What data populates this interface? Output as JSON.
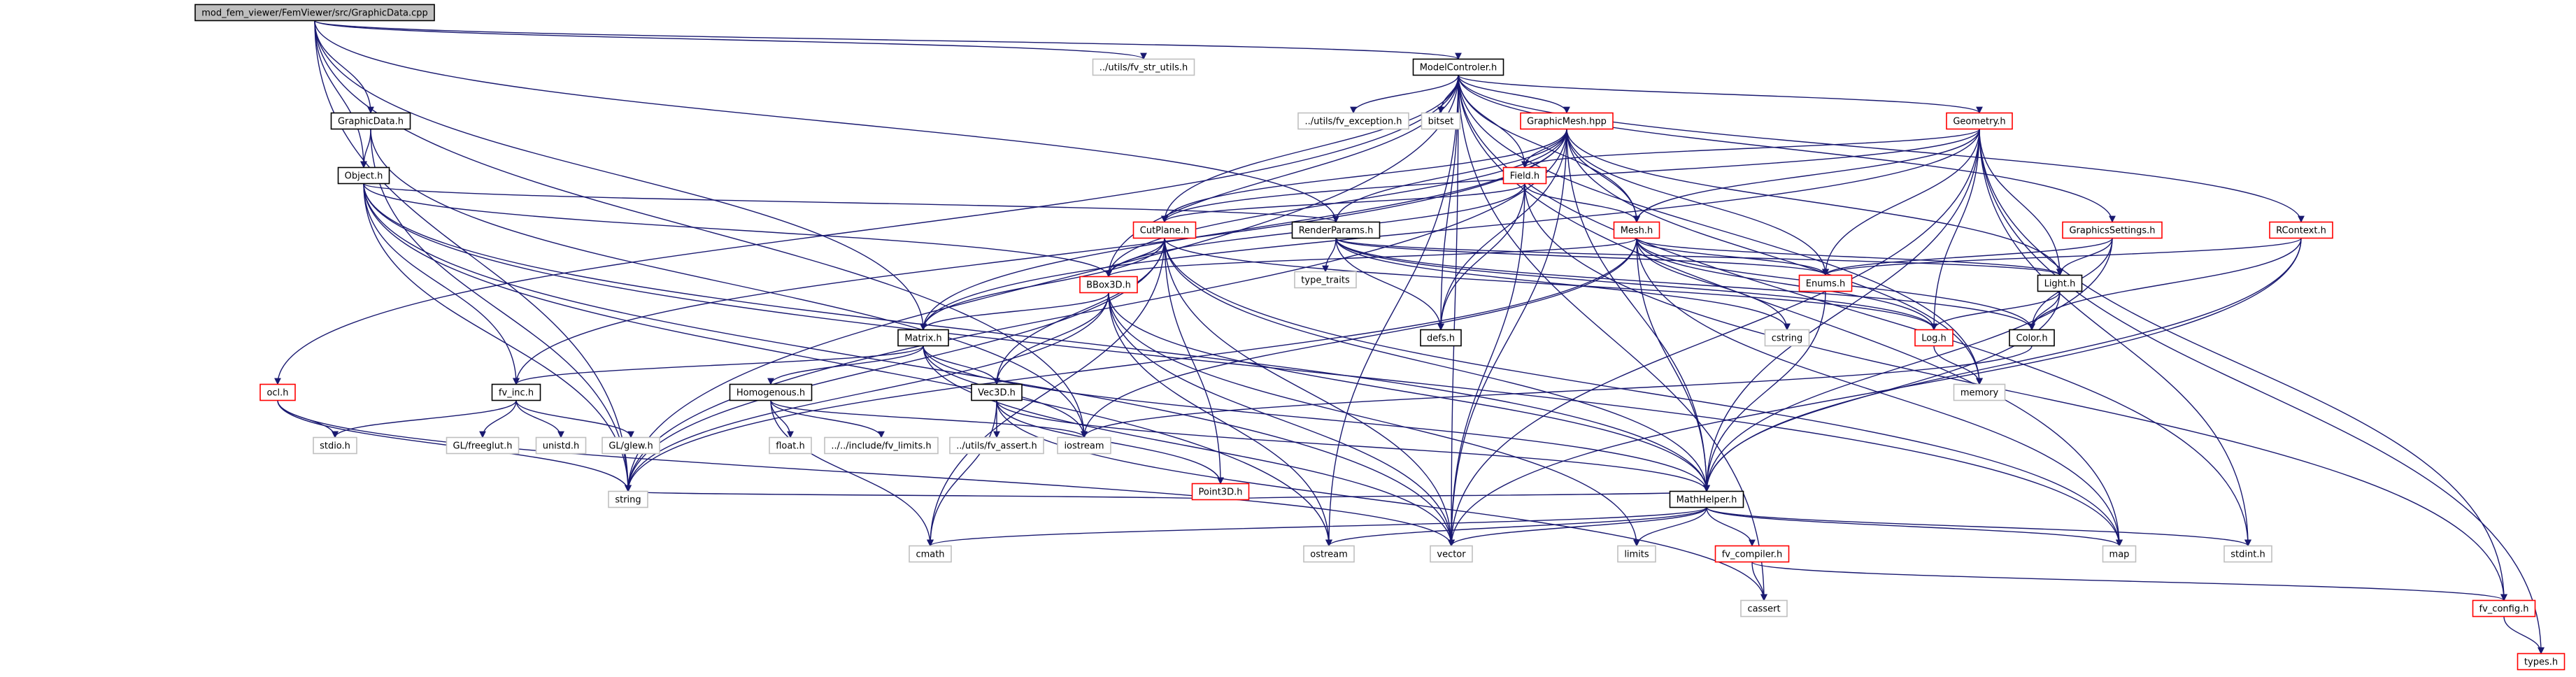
{
  "colors": {
    "edge": "#191970",
    "root_fill": "#bfbfbf",
    "box_border": "#000000",
    "red_border": "#ff0000",
    "gray_border": "#bfbfbf",
    "text": "#000000"
  },
  "nodes": [
    {
      "id": "root",
      "label": "mod_fem_viewer/FemViewer/src/GraphicData.cpp",
      "style": "root"
    },
    {
      "id": "fv_str_utils",
      "label": "../utils/fv_str_utils.h",
      "style": "gray"
    },
    {
      "id": "modelcontroler",
      "label": "ModelControler.h",
      "style": "black"
    },
    {
      "id": "graphicdata",
      "label": "GraphicData.h",
      "style": "black"
    },
    {
      "id": "fv_exception",
      "label": "../utils/fv_exception.h",
      "style": "gray"
    },
    {
      "id": "bitset",
      "label": "bitset",
      "style": "gray"
    },
    {
      "id": "graphicmesh",
      "label": "GraphicMesh.hpp",
      "style": "red"
    },
    {
      "id": "geometry",
      "label": "Geometry.h",
      "style": "red"
    },
    {
      "id": "object",
      "label": "Object.h",
      "style": "black"
    },
    {
      "id": "field",
      "label": "Field.h",
      "style": "red"
    },
    {
      "id": "cutplane",
      "label": "CutPlane.h",
      "style": "red"
    },
    {
      "id": "renderparams",
      "label": "RenderParams.h",
      "style": "black"
    },
    {
      "id": "mesh",
      "label": "Mesh.h",
      "style": "red"
    },
    {
      "id": "graphicssettings",
      "label": "GraphicsSettings.h",
      "style": "red"
    },
    {
      "id": "rcontext",
      "label": "RContext.h",
      "style": "red"
    },
    {
      "id": "type_traits",
      "label": "type_traits",
      "style": "gray"
    },
    {
      "id": "enums",
      "label": "Enums.h",
      "style": "red"
    },
    {
      "id": "light",
      "label": "Light.h",
      "style": "black"
    },
    {
      "id": "bbox3d",
      "label": "BBox3D.h",
      "style": "red"
    },
    {
      "id": "defs",
      "label": "defs.h",
      "style": "black"
    },
    {
      "id": "cstring",
      "label": "cstring",
      "style": "gray"
    },
    {
      "id": "log",
      "label": "Log.h",
      "style": "red"
    },
    {
      "id": "color",
      "label": "Color.h",
      "style": "black"
    },
    {
      "id": "matrix",
      "label": "Matrix.h",
      "style": "black"
    },
    {
      "id": "ocl",
      "label": "ocl.h",
      "style": "red"
    },
    {
      "id": "fv_inc",
      "label": "fv_inc.h",
      "style": "black"
    },
    {
      "id": "homogenous",
      "label": "Homogenous.h",
      "style": "black"
    },
    {
      "id": "vec3d",
      "label": "Vec3D.h",
      "style": "black"
    },
    {
      "id": "memory",
      "label": "memory",
      "style": "gray"
    },
    {
      "id": "stdio",
      "label": "stdio.h",
      "style": "gray"
    },
    {
      "id": "freeglut",
      "label": "GL/freeglut.h",
      "style": "gray"
    },
    {
      "id": "unistd",
      "label": "unistd.h",
      "style": "gray"
    },
    {
      "id": "glew",
      "label": "GL/glew.h",
      "style": "gray"
    },
    {
      "id": "float",
      "label": "float.h",
      "style": "gray"
    },
    {
      "id": "fv_limits",
      "label": "../../include/fv_limits.h",
      "style": "gray"
    },
    {
      "id": "fv_assert",
      "label": "../utils/fv_assert.h",
      "style": "gray"
    },
    {
      "id": "iostream",
      "label": "iostream",
      "style": "gray"
    },
    {
      "id": "point3d",
      "label": "Point3D.h",
      "style": "red"
    },
    {
      "id": "string",
      "label": "string",
      "style": "gray"
    },
    {
      "id": "mathhelper",
      "label": "MathHelper.h",
      "style": "black"
    },
    {
      "id": "cmath",
      "label": "cmath",
      "style": "gray"
    },
    {
      "id": "ostream",
      "label": "ostream",
      "style": "gray"
    },
    {
      "id": "vector",
      "label": "vector",
      "style": "gray"
    },
    {
      "id": "limits",
      "label": "limits",
      "style": "gray"
    },
    {
      "id": "fv_compiler",
      "label": "fv_compiler.h",
      "style": "red"
    },
    {
      "id": "map",
      "label": "map",
      "style": "gray"
    },
    {
      "id": "stdint",
      "label": "stdint.h",
      "style": "gray"
    },
    {
      "id": "cassert",
      "label": "cassert",
      "style": "gray"
    },
    {
      "id": "fv_config",
      "label": "fv_config.h",
      "style": "red"
    },
    {
      "id": "types",
      "label": "types.h",
      "style": "red"
    }
  ],
  "edges": [
    [
      "root",
      "fv_str_utils"
    ],
    [
      "root",
      "modelcontroler"
    ],
    [
      "root",
      "graphicdata"
    ],
    [
      "root",
      "object"
    ],
    [
      "root",
      "renderparams"
    ],
    [
      "root",
      "matrix"
    ],
    [
      "root",
      "iostream"
    ],
    [
      "root",
      "string"
    ],
    [
      "modelcontroler",
      "fv_exception"
    ],
    [
      "modelcontroler",
      "bitset"
    ],
    [
      "modelcontroler",
      "graphicmesh"
    ],
    [
      "modelcontroler",
      "geometry"
    ],
    [
      "modelcontroler",
      "field"
    ],
    [
      "modelcontroler",
      "mesh"
    ],
    [
      "modelcontroler",
      "graphicssettings"
    ],
    [
      "modelcontroler",
      "rcontext"
    ],
    [
      "modelcontroler",
      "bbox3d"
    ],
    [
      "modelcontroler",
      "defs"
    ],
    [
      "modelcontroler",
      "ocl"
    ],
    [
      "modelcontroler",
      "memory"
    ],
    [
      "modelcontroler",
      "string"
    ],
    [
      "modelcontroler",
      "vector"
    ],
    [
      "modelcontroler",
      "map"
    ],
    [
      "modelcontroler",
      "cassert"
    ],
    [
      "modelcontroler",
      "stdint"
    ],
    [
      "modelcontroler",
      "ostream"
    ],
    [
      "modelcontroler",
      "cutplane"
    ],
    [
      "graphicdata",
      "object"
    ],
    [
      "graphicdata",
      "iostream"
    ],
    [
      "graphicdata",
      "string"
    ],
    [
      "object",
      "fv_inc"
    ],
    [
      "object",
      "renderparams"
    ],
    [
      "object",
      "bbox3d"
    ],
    [
      "object",
      "string"
    ],
    [
      "object",
      "vector"
    ],
    [
      "object",
      "ostream"
    ],
    [
      "object",
      "map"
    ],
    [
      "object",
      "mathhelper"
    ],
    [
      "graphicmesh",
      "field"
    ],
    [
      "graphicmesh",
      "cutplane"
    ],
    [
      "graphicmesh",
      "mesh"
    ],
    [
      "graphicmesh",
      "enums"
    ],
    [
      "graphicmesh",
      "bbox3d"
    ],
    [
      "graphicmesh",
      "defs"
    ],
    [
      "graphicmesh",
      "fv_inc"
    ],
    [
      "graphicmesh",
      "string"
    ],
    [
      "graphicmesh",
      "vector"
    ],
    [
      "graphicmesh",
      "light"
    ],
    [
      "graphicmesh",
      "mathhelper"
    ],
    [
      "graphicmesh",
      "renderparams"
    ],
    [
      "graphicmesh",
      "matrix"
    ],
    [
      "graphicmesh",
      "memory"
    ],
    [
      "geometry",
      "field"
    ],
    [
      "geometry",
      "mesh"
    ],
    [
      "geometry",
      "enums"
    ],
    [
      "geometry",
      "log"
    ],
    [
      "geometry",
      "matrix"
    ],
    [
      "geometry",
      "cutplane"
    ],
    [
      "geometry",
      "fv_config"
    ],
    [
      "geometry",
      "types"
    ],
    [
      "geometry",
      "mathhelper"
    ],
    [
      "geometry",
      "vector"
    ],
    [
      "geometry",
      "stdint"
    ],
    [
      "geometry",
      "light"
    ],
    [
      "field",
      "mesh"
    ],
    [
      "field",
      "cutplane"
    ],
    [
      "field",
      "bbox3d"
    ],
    [
      "field",
      "vector"
    ],
    [
      "field",
      "fv_config"
    ],
    [
      "field",
      "defs"
    ],
    [
      "cutplane",
      "bbox3d"
    ],
    [
      "cutplane",
      "matrix"
    ],
    [
      "cutplane",
      "vec3d"
    ],
    [
      "cutplane",
      "point3d"
    ],
    [
      "cutplane",
      "mathhelper"
    ],
    [
      "cutplane",
      "string"
    ],
    [
      "cutplane",
      "vector"
    ],
    [
      "cutplane",
      "cmath"
    ],
    [
      "cutplane",
      "log"
    ],
    [
      "cutplane",
      "map"
    ],
    [
      "renderparams",
      "type_traits"
    ],
    [
      "renderparams",
      "enums"
    ],
    [
      "renderparams",
      "defs"
    ],
    [
      "renderparams",
      "cstring"
    ],
    [
      "renderparams",
      "log"
    ],
    [
      "renderparams",
      "color"
    ],
    [
      "renderparams",
      "light"
    ],
    [
      "mesh",
      "enums"
    ],
    [
      "mesh",
      "bbox3d"
    ],
    [
      "mesh",
      "log"
    ],
    [
      "mesh",
      "color"
    ],
    [
      "mesh",
      "light"
    ],
    [
      "mesh",
      "mathhelper"
    ],
    [
      "mesh",
      "string"
    ],
    [
      "mesh",
      "map"
    ],
    [
      "mesh",
      "iostream"
    ],
    [
      "mesh",
      "cstring"
    ],
    [
      "graphicssettings",
      "enums"
    ],
    [
      "graphicssettings",
      "light"
    ],
    [
      "graphicssettings",
      "color"
    ],
    [
      "graphicssettings",
      "mathhelper"
    ],
    [
      "rcontext",
      "enums"
    ],
    [
      "rcontext",
      "color"
    ],
    [
      "rcontext",
      "mathhelper"
    ],
    [
      "rcontext",
      "vector"
    ],
    [
      "enums",
      "mathhelper"
    ],
    [
      "light",
      "color"
    ],
    [
      "light",
      "log"
    ],
    [
      "light",
      "mathhelper"
    ],
    [
      "bbox3d",
      "matrix"
    ],
    [
      "bbox3d",
      "vec3d"
    ],
    [
      "bbox3d",
      "mathhelper"
    ],
    [
      "bbox3d",
      "string"
    ],
    [
      "bbox3d",
      "ostream"
    ],
    [
      "bbox3d",
      "limits"
    ],
    [
      "bbox3d",
      "vector"
    ],
    [
      "log",
      "memory"
    ],
    [
      "color",
      "iostream"
    ],
    [
      "matrix",
      "vec3d"
    ],
    [
      "matrix",
      "homogenous"
    ],
    [
      "matrix",
      "fv_inc"
    ],
    [
      "matrix",
      "mathhelper"
    ],
    [
      "matrix",
      "iostream"
    ],
    [
      "matrix",
      "vector"
    ],
    [
      "ocl",
      "stdio"
    ],
    [
      "ocl",
      "string"
    ],
    [
      "ocl",
      "vector"
    ],
    [
      "fv_inc",
      "stdio"
    ],
    [
      "fv_inc",
      "freeglut"
    ],
    [
      "fv_inc",
      "unistd"
    ],
    [
      "fv_inc",
      "glew"
    ],
    [
      "homogenous",
      "float"
    ],
    [
      "homogenous",
      "fv_limits"
    ],
    [
      "homogenous",
      "iostream"
    ],
    [
      "homogenous",
      "cmath"
    ],
    [
      "vec3d",
      "fv_assert"
    ],
    [
      "vec3d",
      "point3d"
    ],
    [
      "vec3d",
      "mathhelper"
    ],
    [
      "vec3d",
      "cmath"
    ],
    [
      "vec3d",
      "cassert"
    ],
    [
      "point3d",
      "string"
    ],
    [
      "point3d",
      "mathhelper"
    ],
    [
      "mathhelper",
      "cmath"
    ],
    [
      "mathhelper",
      "ostream"
    ],
    [
      "mathhelper",
      "vector"
    ],
    [
      "mathhelper",
      "limits"
    ],
    [
      "mathhelper",
      "fv_compiler"
    ],
    [
      "mathhelper",
      "map"
    ],
    [
      "mathhelper",
      "stdint"
    ],
    [
      "fv_compiler",
      "cassert"
    ],
    [
      "fv_compiler",
      "fv_config"
    ],
    [
      "fv_config",
      "types"
    ]
  ]
}
